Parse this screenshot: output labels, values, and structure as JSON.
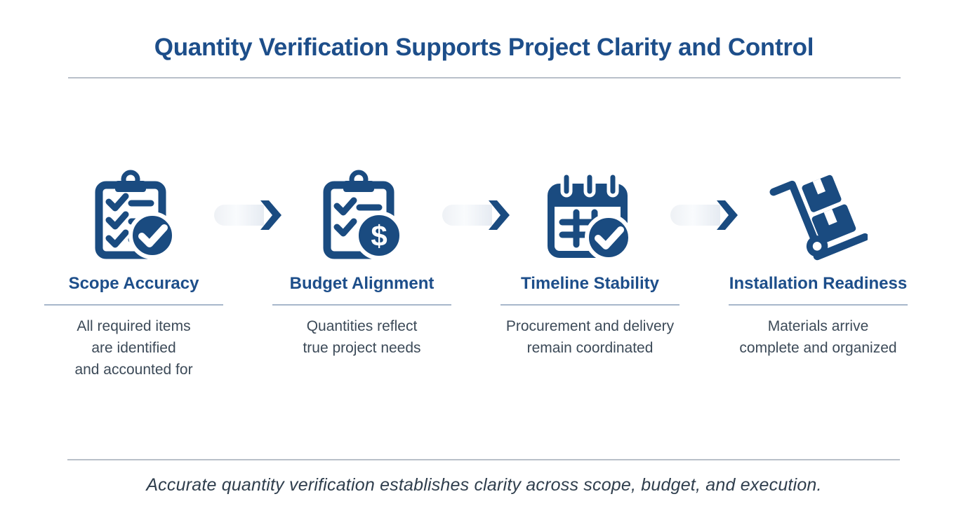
{
  "title": "Quantity Verification Supports Project Clarity and Control",
  "footer": {
    "text": "Accurate quantity verification establishes clarity across scope, budget, and execution."
  },
  "colors": {
    "primary_blue": "#1a4b80",
    "heading_blue": "#1d4e8a",
    "body_text": "#3c4a58",
    "footer_text": "#2f3e4d",
    "divider": "#b9c0c9",
    "heading_underline": "#a7b7cb",
    "arrow_gradient_start": "#eef1f5",
    "arrow_gradient_end": "#e6ebf2"
  },
  "steps": [
    {
      "icon": "clipboard-check-icon",
      "title": "Scope Accuracy",
      "lines": [
        "All required items",
        "are identified",
        "and accounted for"
      ]
    },
    {
      "icon": "clipboard-dollar-icon",
      "title": "Budget Alignment",
      "lines": [
        "Quantities reflect",
        "true project needs"
      ]
    },
    {
      "icon": "calendar-check-icon",
      "title": "Timeline Stability",
      "lines": [
        "Procurement and delivery",
        "remain coordinated"
      ]
    },
    {
      "icon": "hand-truck-icon",
      "title": "Installation Readiness",
      "lines": [
        "Materials arrive",
        "complete and organized"
      ]
    }
  ]
}
